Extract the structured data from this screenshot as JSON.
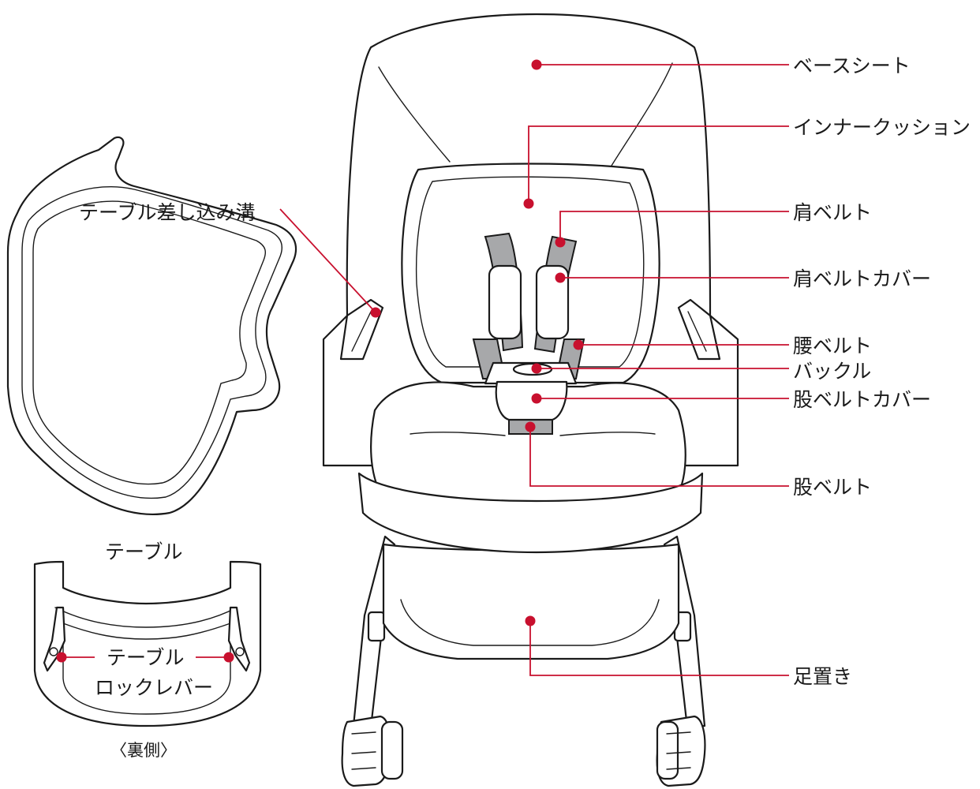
{
  "labels": {
    "base_seat": "ベースシート",
    "inner_cushion": "インナークッション",
    "shoulder_belt": "肩ベルト",
    "shoulder_belt_cover": "肩ベルトカバー",
    "waist_belt": "腰ベルト",
    "buckle": "バックル",
    "crotch_belt_cover": "股ベルトカバー",
    "crotch_belt": "股ベルト",
    "footrest": "足置き",
    "table_slot": "テーブル差し込み溝",
    "table": "テーブル",
    "table_lock_lever_line1": "テーブル",
    "table_lock_lever_line2": "ロックレバー",
    "underside": "〈裏側〉"
  },
  "colors": {
    "leader": "#c8102e",
    "outline": "#1a1a1a",
    "strap": "#a7a8aa",
    "background": "#ffffff"
  }
}
